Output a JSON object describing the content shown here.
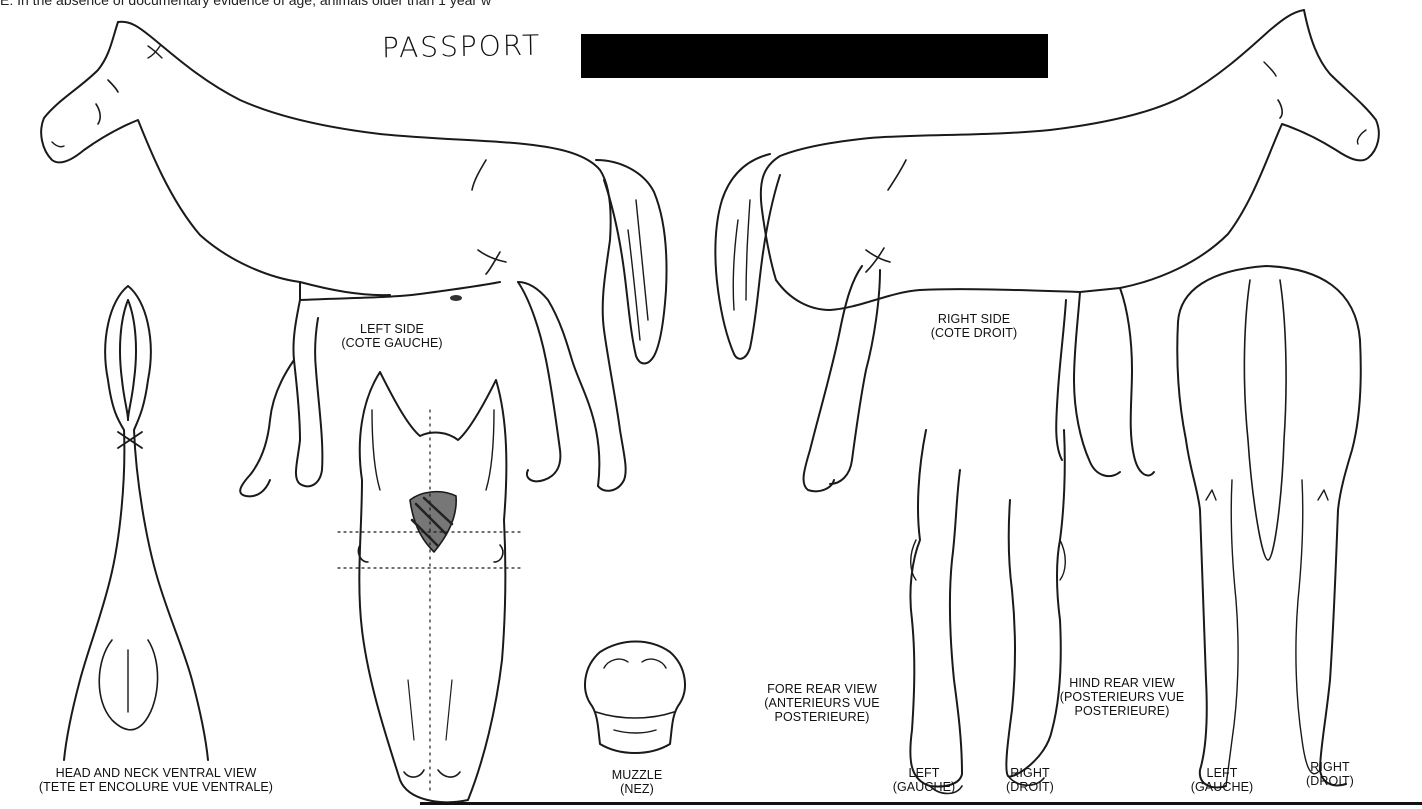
{
  "header": {
    "note": "E: In the absence of documentary evidence of age, animals older than 1 year w",
    "handwritten": "PASSPORT",
    "redaction_color": "#000000"
  },
  "labels": {
    "left_side": [
      "LEFT SIDE",
      "(COTE GAUCHE)"
    ],
    "right_side": [
      "RIGHT SIDE",
      "(COTE DROIT)"
    ],
    "head_neck": [
      "HEAD AND NECK VENTRAL VIEW",
      "(TETE ET ENCOLURE VUE VENTRALE)"
    ],
    "muzzle": [
      "MUZZLE",
      "(NEZ)"
    ],
    "fore_rear": [
      "FORE REAR VIEW",
      "(ANTERIEURS VUE",
      "POSTERIEURE)"
    ],
    "hind_rear": [
      "HIND REAR VIEW",
      "(POSTERIEURS VUE",
      "POSTERIEURE)"
    ],
    "fore_left": [
      "LEFT",
      "(GAUCHE)"
    ],
    "fore_right": [
      "RIGHT",
      "(DROIT)"
    ],
    "hind_left": [
      "LEFT",
      "(GAUCHE)"
    ],
    "hind_right": [
      "RIGHT",
      "(DROIT)"
    ]
  }
}
